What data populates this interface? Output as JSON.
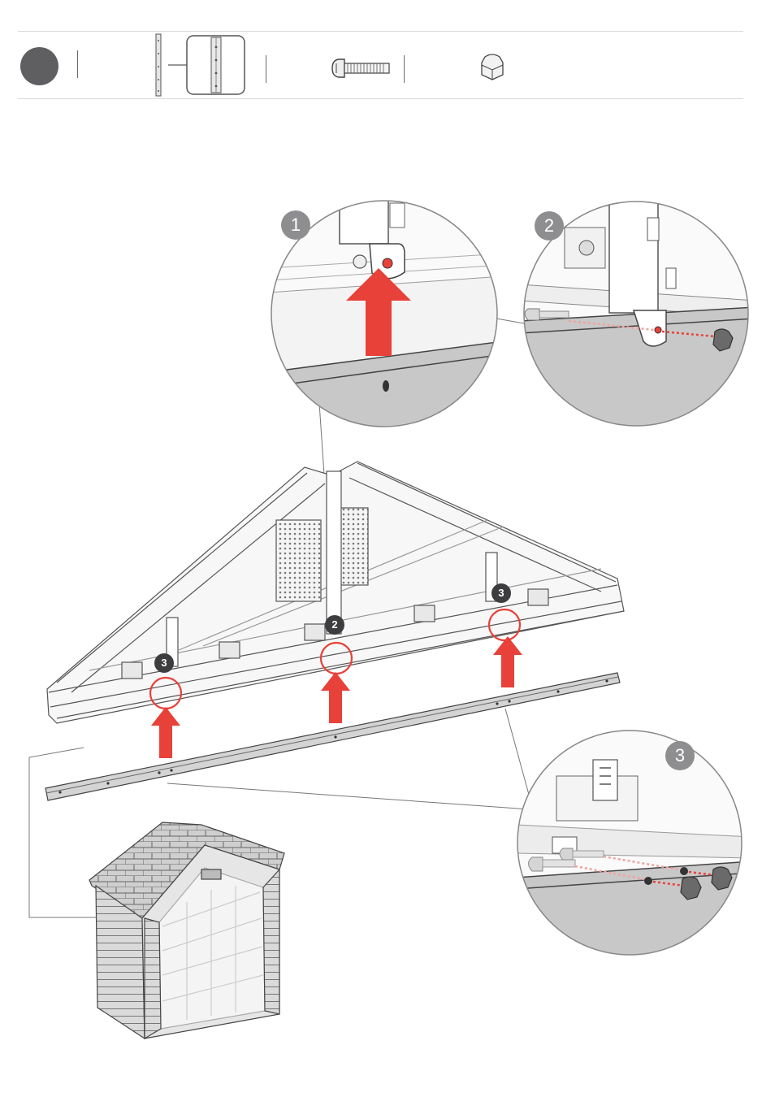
{
  "step": {
    "number": ""
  },
  "callouts": {
    "detail_1": "1",
    "detail_2": "2",
    "detail_3": "3",
    "tag_left": "3",
    "tag_center": "2",
    "tag_right": "3"
  },
  "colors": {
    "accent_red": "#e8413a",
    "step_dot": "#5f5f61",
    "callout_gray": "#8e8e90",
    "tag_dark": "#3d3d3f",
    "line_gray": "#6a6a6a"
  },
  "parts_icons": [
    "rail-profile-icon",
    "rail-closeup-icon",
    "screw-icon",
    "cap-nut-icon"
  ]
}
